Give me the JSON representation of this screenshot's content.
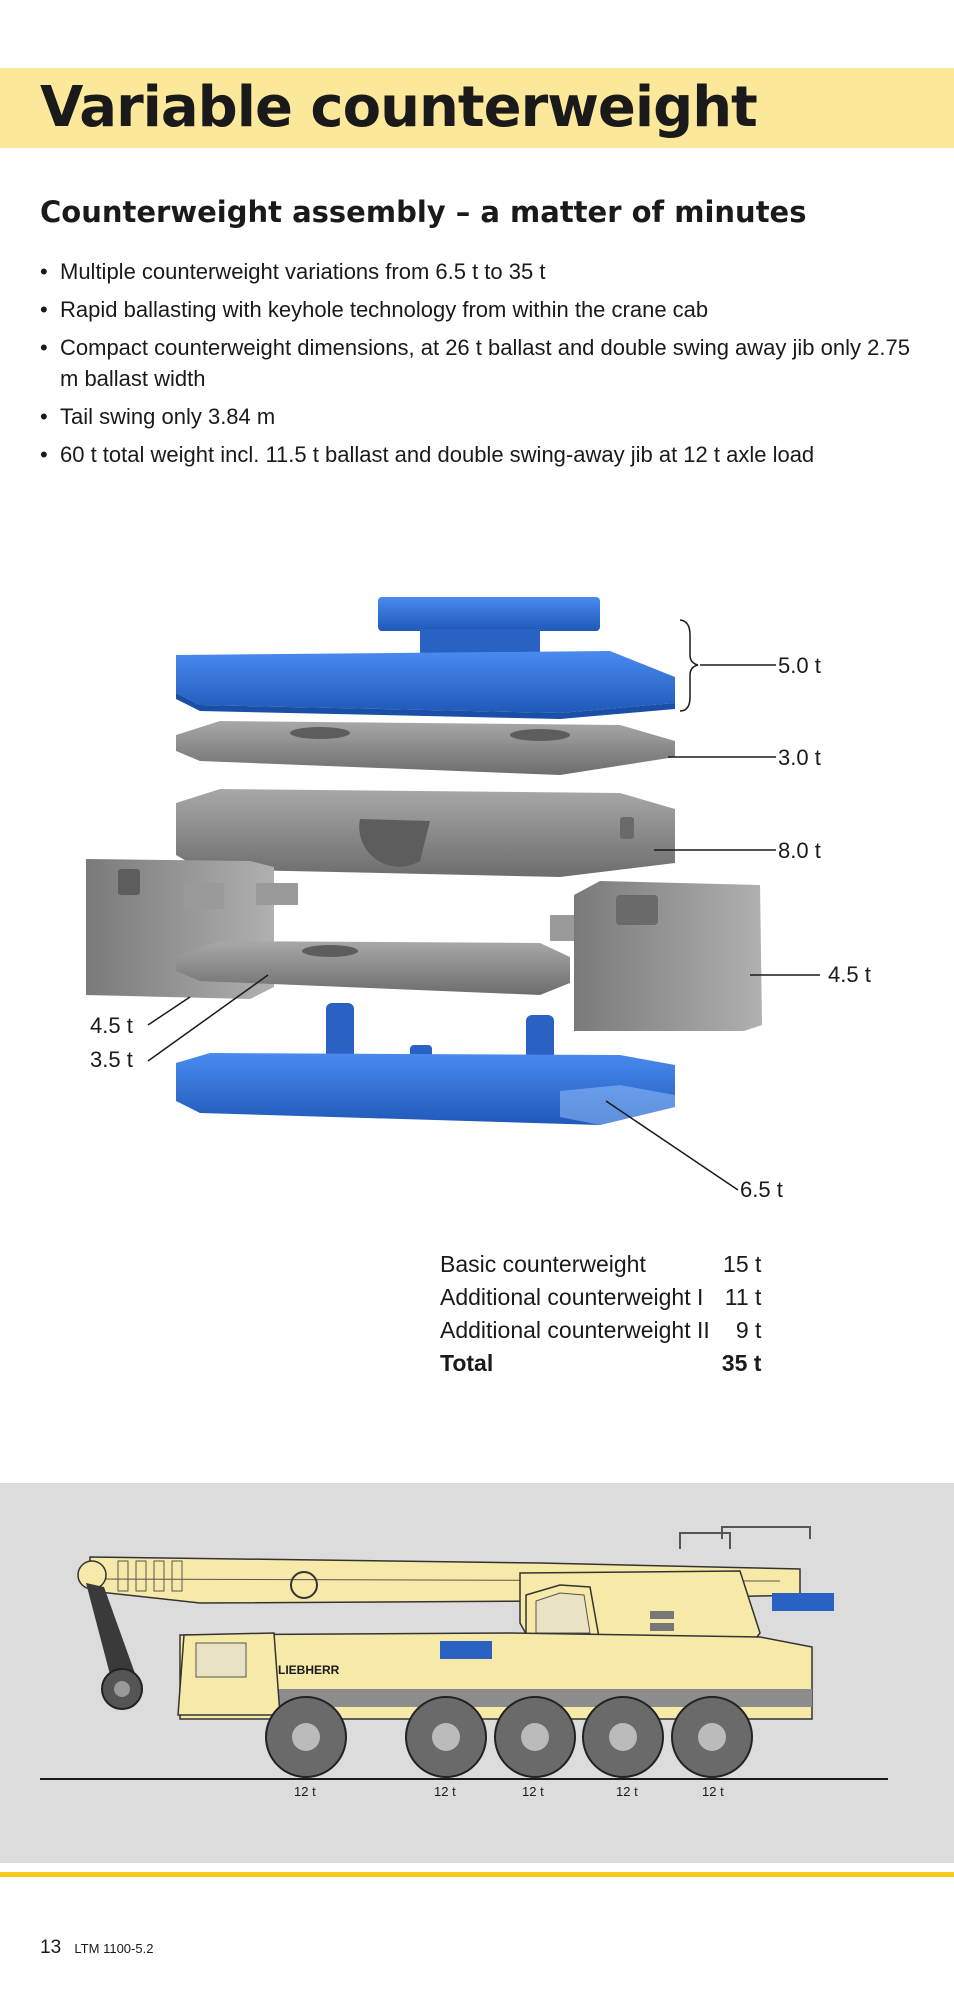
{
  "header": {
    "title": "Variable counterweight"
  },
  "section": {
    "subtitle": "Counterweight assembly – a matter of minutes",
    "bullets": [
      "Multiple counterweight variations from 6.5 t to 35 t",
      "Rapid ballasting with keyhole technology from within the crane cab",
      "Compact counterweight dimensions, at 26 t ballast and double swing away jib only 2.75 m ballast width",
      "Tail swing only 3.84 m",
      "60 t total weight incl. 11.5 t ballast and double swing-away jib at 12 t axle load"
    ]
  },
  "diagram": {
    "labels": {
      "top": "5.0 t",
      "second": "3.0 t",
      "third": "8.0 t",
      "right_block": "4.5 t",
      "left_block": "4.5 t",
      "mid_plate": "3.5 t",
      "base": "6.5 t"
    },
    "colors": {
      "blue": "#2e6fd6",
      "gray": "#8a8a8a"
    }
  },
  "table": {
    "rows": [
      {
        "label": "Basic counterweight",
        "value": "15 t"
      },
      {
        "label": "Additional counterweight I",
        "value": "11 t"
      },
      {
        "label": "Additional counterweight II",
        "value": "9 t"
      }
    ],
    "total": {
      "label": "Total",
      "value": "35 t"
    }
  },
  "crane": {
    "brand": "LIEBHERR",
    "axle_loads": [
      "12 t",
      "12 t",
      "12 t",
      "12 t",
      "12 t"
    ],
    "colors": {
      "body": "#f7eaa8",
      "accent": "#2a62c4"
    }
  },
  "footer": {
    "page": "13",
    "model": "LTM 1100-5.2"
  }
}
